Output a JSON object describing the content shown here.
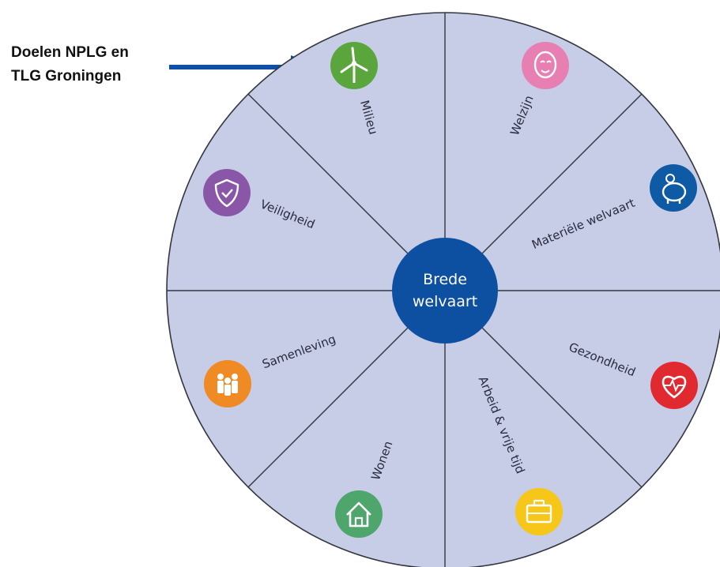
{
  "annotation": {
    "line1": "Doelen NPLG en",
    "line2": "TLG Groningen",
    "arrow_color": "#0f4fa8"
  },
  "center": {
    "line1": "Brede",
    "line2": "welvaart",
    "color": "#0d4fa0"
  },
  "wheel_fill": "#c7cde7",
  "wheel_stroke": "#33363f",
  "segments": [
    {
      "label": "Milieu",
      "icon": "wind-turbine-icon",
      "color": "#5aa63c"
    },
    {
      "label": "Welzijn",
      "icon": "smiling-face-icon",
      "color": "#e77fb3"
    },
    {
      "label": "Materiële welvaart",
      "icon": "piggy-bank-icon",
      "color": "#0f5aa5"
    },
    {
      "label": "Gezondheid",
      "icon": "heart-icon",
      "color": "#e02a2f"
    },
    {
      "label": "Arbeid & vrije tijd",
      "icon": "briefcase-icon",
      "color": "#f6c619"
    },
    {
      "label": "Wonen",
      "icon": "house-icon",
      "color": "#4fa66d"
    },
    {
      "label": "Samenleving",
      "icon": "people-icon",
      "color": "#f08a24"
    },
    {
      "label": "Veiligheid",
      "icon": "shield-check-icon",
      "color": "#8a56a8"
    }
  ]
}
